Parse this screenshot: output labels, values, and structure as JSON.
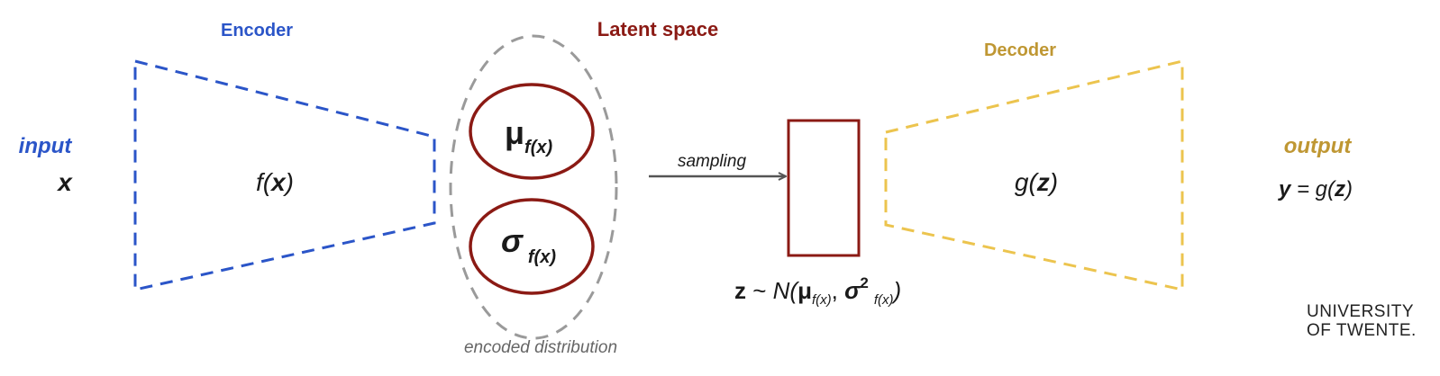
{
  "title_latent": "Latent space",
  "encoder": {
    "label": "Encoder",
    "func": "f(",
    "func_var": "x",
    "func_close": ")"
  },
  "decoder": {
    "label": "Decoder",
    "func": "g(",
    "func_var": "z",
    "func_close": ")"
  },
  "input": {
    "label": "input",
    "var": "x"
  },
  "output": {
    "label": "output",
    "var": "y",
    "eq": " = g(",
    "eq_var": "z",
    "eq_close": ")"
  },
  "mu": {
    "symbol": "μ",
    "sub": "f(x)"
  },
  "sigma": {
    "symbol": "σ",
    "sub": "f(x)"
  },
  "sampling": "sampling",
  "encoded_distribution": "encoded distribution",
  "z_formula": {
    "z": "z",
    "tilde": " ~ ",
    "N": "N(",
    "mu": "μ",
    "mu_sub": "f(x)",
    "comma": ", ",
    "sigma": "σ",
    "sup": "2",
    "sigma_sub": "f(x)",
    "close": ")"
  },
  "logo": {
    "line1": "UNIVERSITY",
    "line2": "OF TWENTE."
  },
  "colors": {
    "encoder": "#2b55c8",
    "latent": "#8b1a14",
    "decoder_label": "#bf9733",
    "decoder_line": "#ecc44e",
    "gray": "#9a9a9a",
    "text": "#1a1a1a"
  }
}
